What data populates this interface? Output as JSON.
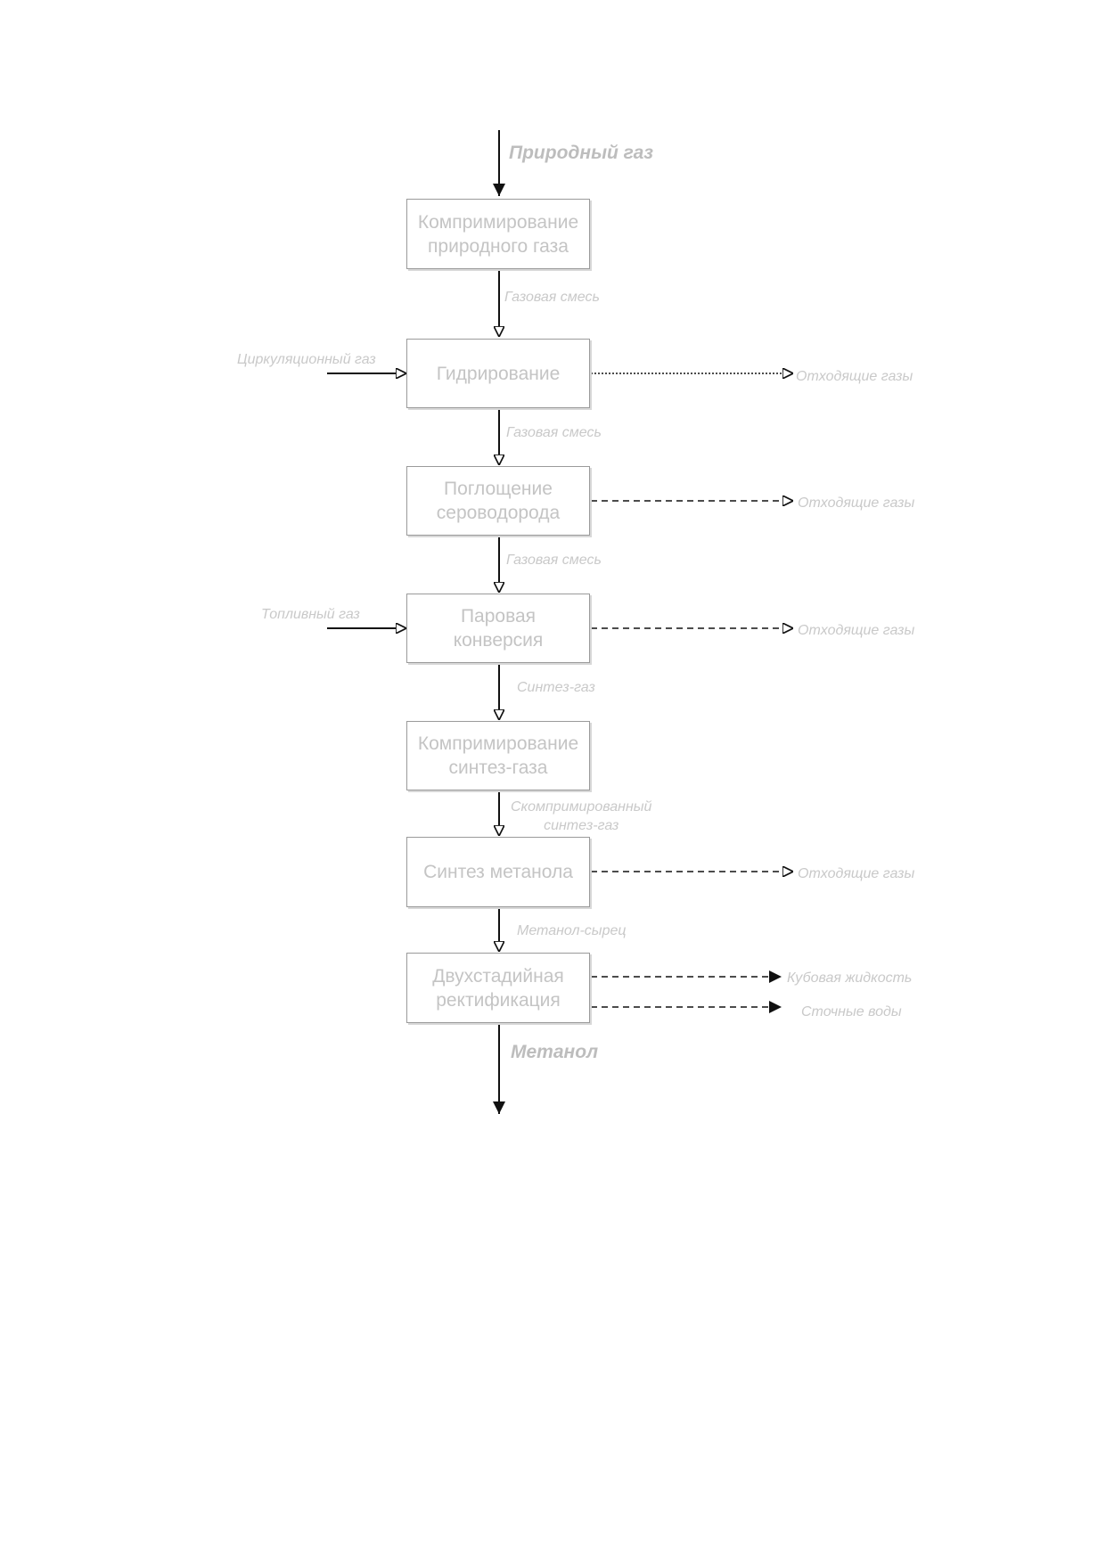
{
  "diagram": {
    "blocks": [
      {
        "id": "compress-natural-gas",
        "text": "Компримирование\nприродного газа"
      },
      {
        "id": "hydrogenation",
        "text": "Гидрирование"
      },
      {
        "id": "h2s-absorption",
        "text": "Поглощение\nсероводорода"
      },
      {
        "id": "steam-reforming",
        "text": "Паровая\nконверсия"
      },
      {
        "id": "compress-syngas",
        "text": "Компримирование\nсинтез-газа"
      },
      {
        "id": "methanol-synthesis",
        "text": "Синтез метанола"
      },
      {
        "id": "rectification",
        "text": "Двухстадийная\nректификация"
      }
    ],
    "labels": {
      "feed_in": "Природный газ",
      "gas_mix_1": "Газовая смесь",
      "gas_mix_2": "Газовая смесь",
      "gas_mix_3": "Газовая смесь",
      "syngas": "Синтез-газ",
      "compressed_syngas": "Скомпримированный\nсинтез-газ",
      "raw_methanol": "Метанол-сырец",
      "product_out": "Метанол",
      "recycle_gas_in": "Циркуляционный газ",
      "fuel_gas_in": "Топливный газ",
      "offgas_1": "Отходящие газы",
      "offgas_2": "Отходящие газы",
      "offgas_3": "Отходящие газы",
      "offgas_4": "Отходящие газы",
      "bottoms": "Кубовая жидкость",
      "wastewater": "Сточные воды"
    },
    "colors": {
      "line": "#111111",
      "block_border": "#9a9a9a",
      "text": "#c4c4c4"
    }
  }
}
